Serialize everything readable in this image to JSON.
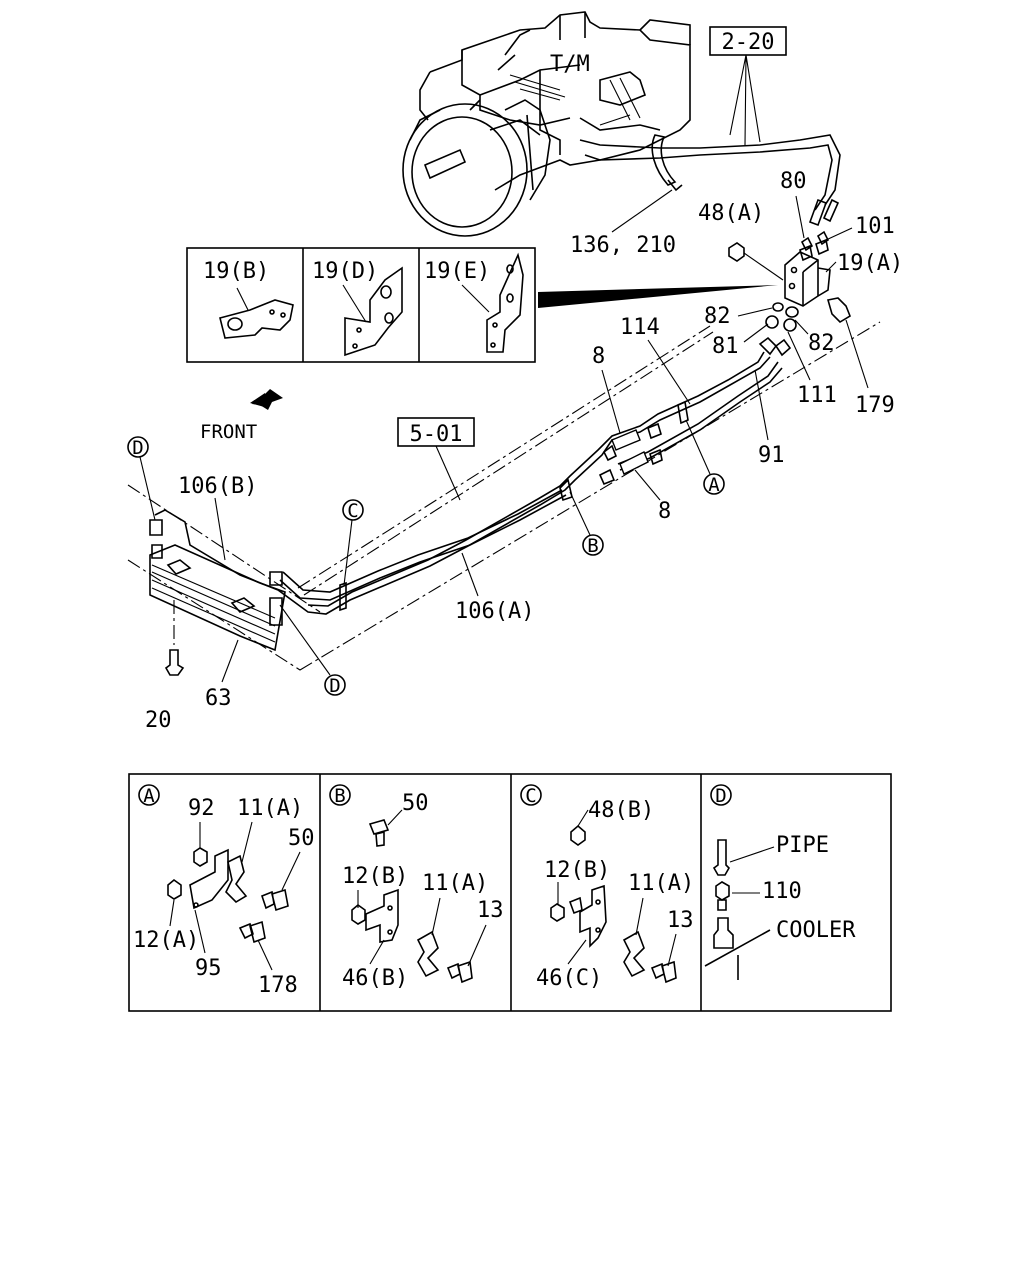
{
  "labels": {
    "ref_2_20": "2-20",
    "ref_5_01": "5-01",
    "tm": "T/M",
    "band_clamp": "136, 210",
    "nut_48a": "48(A)",
    "p80": "80",
    "p101": "101",
    "bracket_19a": "19(A)",
    "p82_left": "82",
    "p82_right": "82",
    "p81": "81",
    "p114": "114",
    "p111": "111",
    "p179": "179",
    "p91": "91",
    "p8_top": "8",
    "p8_bottom": "8",
    "front": "FRONT",
    "pipe_106b": "106(B)",
    "pipe_106a": "106(A)",
    "p20": "20",
    "cooler_63": "63"
  },
  "bracket_variants": [
    "19(B)",
    "19(D)",
    "19(E)"
  ],
  "callouts": {
    "A": "A",
    "B": "B",
    "C": "C",
    "D": "D"
  },
  "detail_a": {
    "marker": "A",
    "p92": "92",
    "clip": "11(A)",
    "p50": "50",
    "nut": "12(A)",
    "p95": "95",
    "p178": "178"
  },
  "detail_b": {
    "marker": "B",
    "p50": "50",
    "nut": "12(B)",
    "clip": "11(A)",
    "p13": "13",
    "bracket": "46(B)"
  },
  "detail_c": {
    "marker": "C",
    "nut_top": "48(B)",
    "nut": "12(B)",
    "clip": "11(A)",
    "p13": "13",
    "bracket": "46(C)"
  },
  "detail_d": {
    "marker": "D",
    "pipe": "PIPE",
    "p110": "110",
    "cooler": "COOLER"
  }
}
